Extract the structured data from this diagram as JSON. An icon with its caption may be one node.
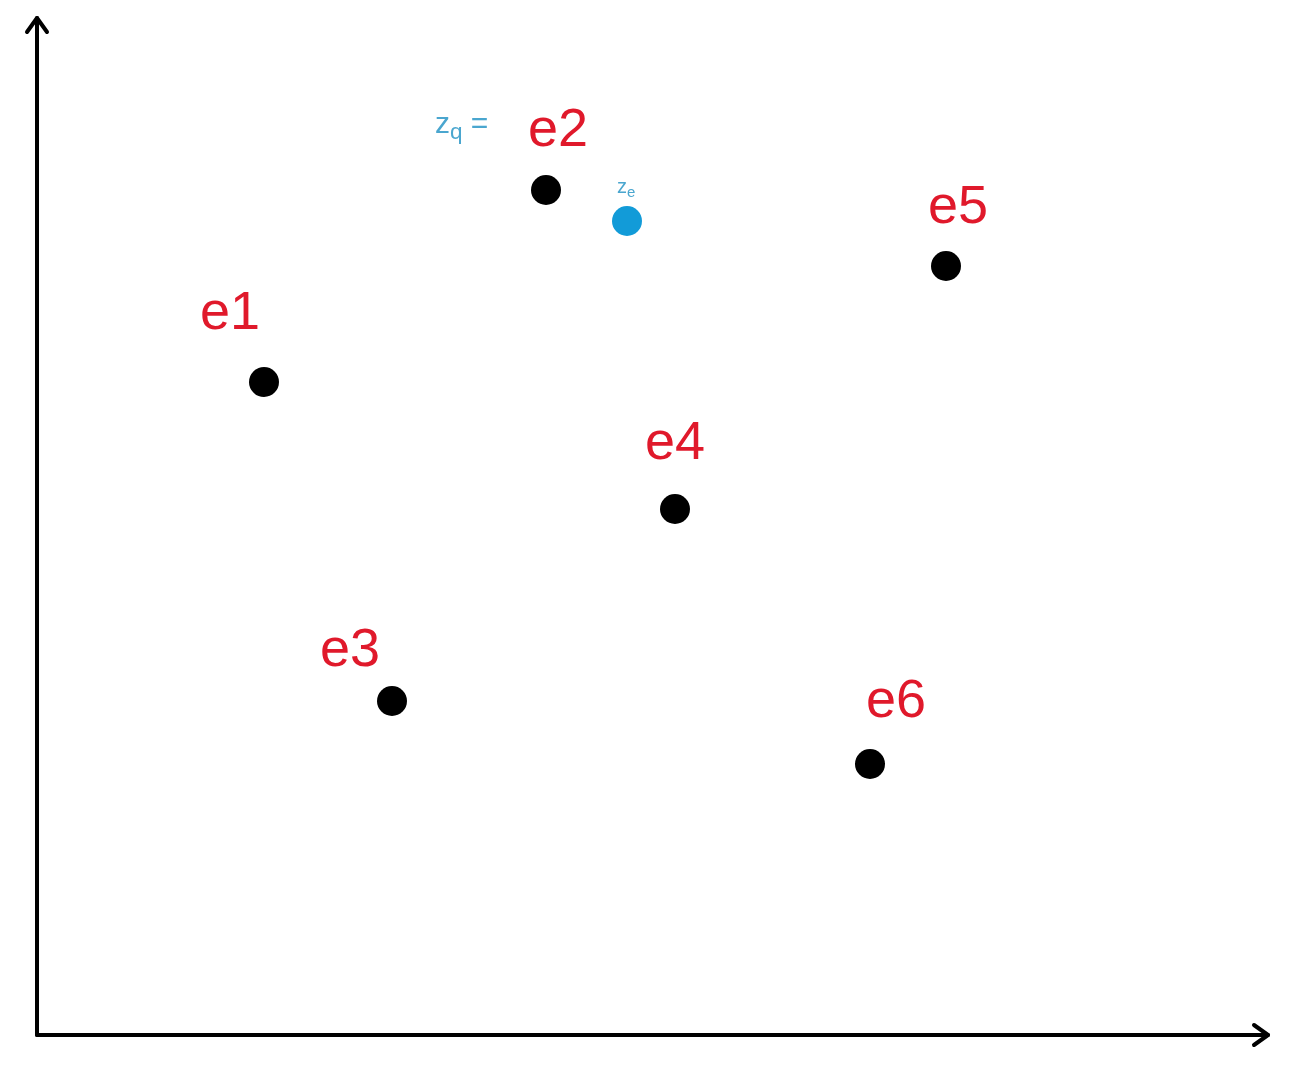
{
  "diagram": {
    "nodes": [
      {
        "text": [],
        "shape": "circle",
        "beside": [
          "z$_{q}$ =",
          "e2"
        ]
      },
      {
        "text": [],
        "shape": "circle",
        "beside": [
          "z$_{e}$"
        ]
      },
      {
        "text": [],
        "shape": "circle",
        "beside": [
          "e5"
        ]
      },
      {
        "text": [],
        "shape": "circle",
        "beside": [
          "e1"
        ]
      },
      {
        "text": [],
        "shape": "circle",
        "beside": [
          "e4"
        ]
      },
      {
        "text": [],
        "shape": "circle",
        "beside": [
          "e3"
        ]
      },
      {
        "text": [],
        "shape": "circle",
        "beside": [
          "e6"
        ]
      }
    ]
  }
}
